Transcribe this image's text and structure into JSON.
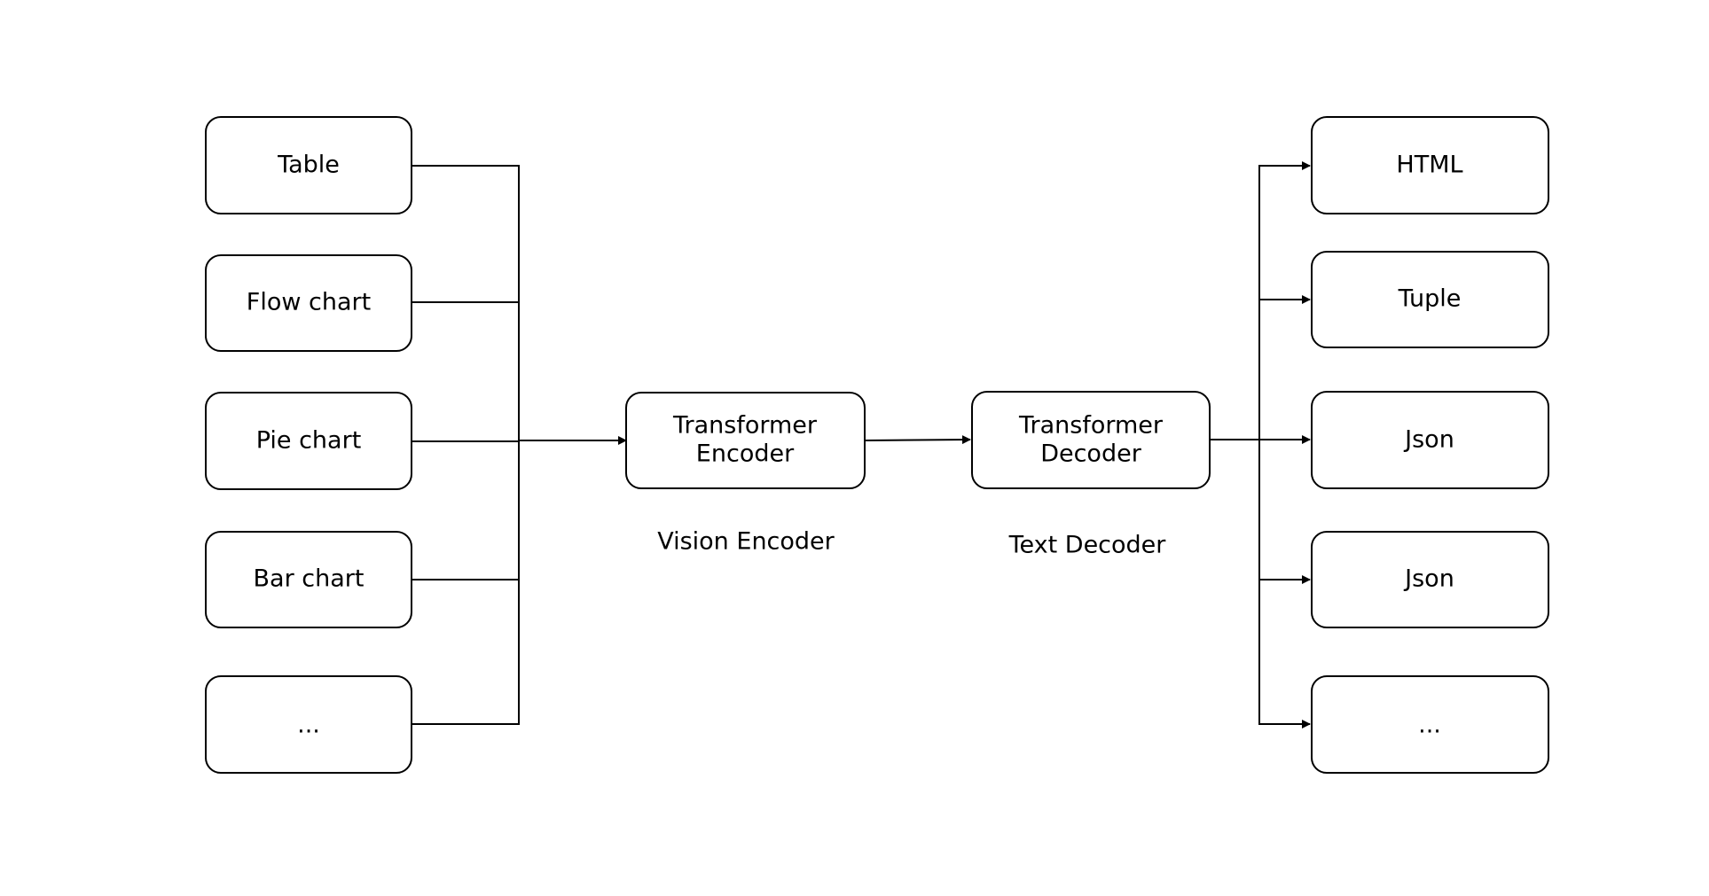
{
  "inputs": [
    {
      "label": "Table"
    },
    {
      "label": "Flow chart"
    },
    {
      "label": "Pie chart"
    },
    {
      "label": "Bar chart"
    },
    {
      "label": "..."
    }
  ],
  "encoder": {
    "line1": "Transformer",
    "line2": "Encoder",
    "caption": "Vision Encoder"
  },
  "decoder": {
    "line1": "Transformer",
    "line2": "Decoder",
    "caption": "Text Decoder"
  },
  "outputs": [
    {
      "label": "HTML"
    },
    {
      "label": "Tuple"
    },
    {
      "label": "Json"
    },
    {
      "label": "Json"
    },
    {
      "label": "..."
    }
  ],
  "colors": {
    "stroke": "#000000",
    "background": "#ffffff"
  }
}
